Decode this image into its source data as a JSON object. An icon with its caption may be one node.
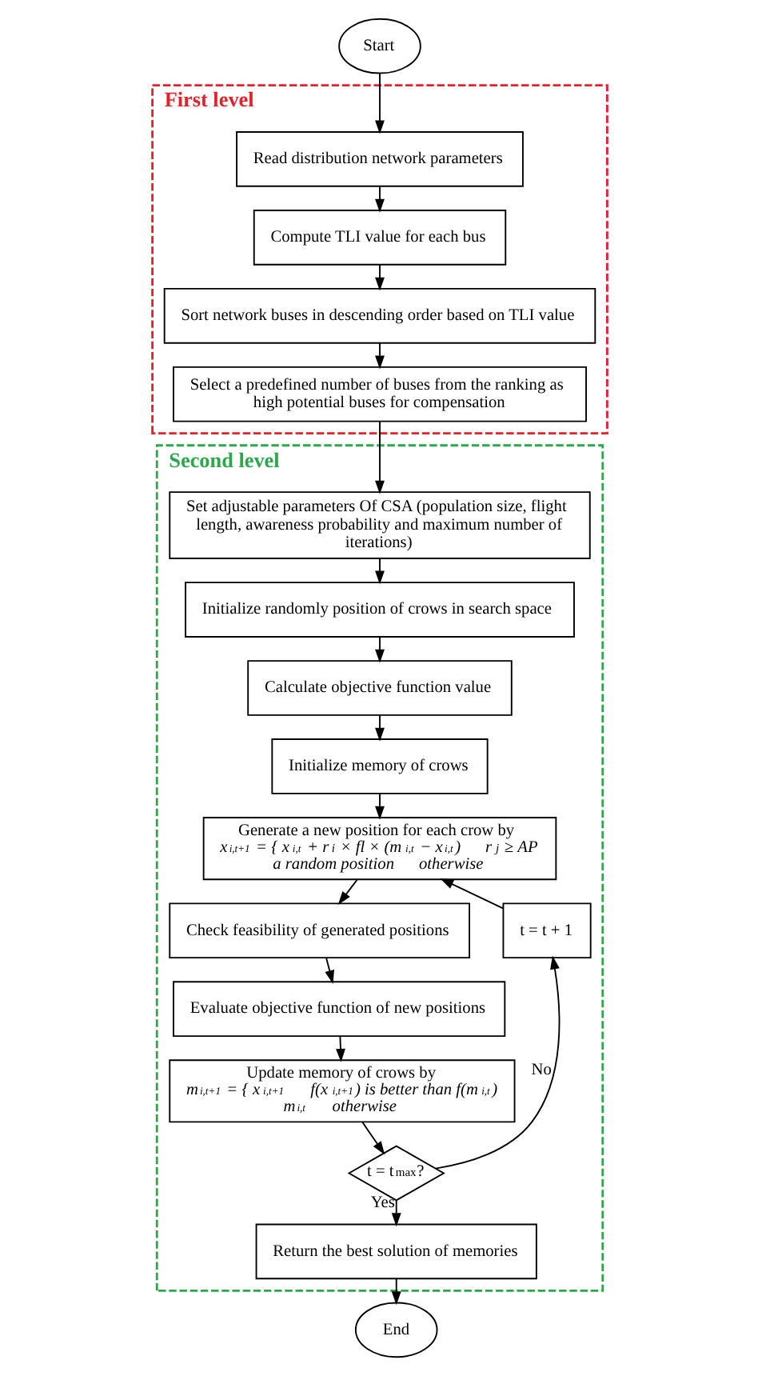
{
  "diagram": {
    "nodes": [
      {
        "text": [
          "Start"
        ]
      },
      {
        "text": [
          "First level"
        ]
      },
      {
        "text": [
          "Read distribution network parameters"
        ],
        "in": 1
      },
      {
        "text": [
          "Compute TLI value for each bus"
        ],
        "in": 1
      },
      {
        "text": [
          "Sort network buses in descending order based on TLI value"
        ],
        "in": 1
      },
      {
        "text": [
          "Select a predefined number of buses from the ranking as high potential buses for compensation"
        ],
        "in": 1
      },
      {
        "text": [
          "Second level"
        ]
      },
      {
        "text": [
          "Set adjustable parameters Of CSA (population size, flight length, awareness probability and maximum number of iterations)"
        ],
        "in": 6
      },
      {
        "text": [
          "Initialize randomly position of crows in search space"
        ],
        "in": 6
      },
      {
        "text": [
          "Calculate objective function value"
        ],
        "in": 6
      },
      {
        "text": [
          "Initialize memory of crows"
        ],
        "in": 6
      },
      {
        "text": [
          "Generate a new position for each crow by",
          "x$^{i,t+1}$ = { x$^{i,t}$ + r$_{i}$ × fl × (m$^{i,t}$ − x$^{i,t}$)      r$_{j}$ ≥ AP",
          "a random position      otherwise"
        ],
        "in": 6
      },
      {
        "text": [
          "t = t + 1"
        ],
        "in": 6
      },
      {
        "text": [
          "Check feasibility of generated positions"
        ],
        "in": 6
      },
      {
        "text": [
          "Evaluate objective function of new positions"
        ],
        "in": 6
      },
      {
        "text": [
          "Update memory of crows by",
          "m$^{i,t+1}$ = { x$^{i,t+1}$      f(x$^{i,t+1}$) is better than f(m$^{i,t}$)",
          "m$^{i,t}$      otherwise"
        ],
        "in": 6
      },
      {
        "text": [
          "t = t$_{max}$?"
        ],
        "in": 6
      },
      {
        "text": [
          "Return the best solution of memories"
        ],
        "in": 6
      },
      {
        "text": [
          "End"
        ]
      }
    ],
    "edges": [
      {
        "from": 0,
        "to": 2,
        "arrow": "to"
      },
      {
        "from": 2,
        "to": 3,
        "arrow": "to"
      },
      {
        "from": 3,
        "to": 4,
        "arrow": "to"
      },
      {
        "from": 4,
        "to": 5,
        "arrow": "to"
      },
      {
        "from": 5,
        "to": 7,
        "arrow": "to"
      },
      {
        "from": 7,
        "to": 8,
        "arrow": "to"
      },
      {
        "from": 8,
        "to": 9,
        "arrow": "to"
      },
      {
        "from": 9,
        "to": 10,
        "arrow": "to"
      },
      {
        "from": 10,
        "to": 11,
        "arrow": "to"
      },
      {
        "from": 11,
        "to": 13,
        "arrow": "to"
      },
      {
        "from": 13,
        "to": 14,
        "arrow": "to"
      },
      {
        "from": 14,
        "to": 15,
        "arrow": "to"
      },
      {
        "from": 15,
        "to": 16,
        "arrow": "to"
      },
      {
        "from": 16,
        "to": 12,
        "label": "No",
        "arrow": "to"
      },
      {
        "from": 12,
        "to": 11,
        "arrow": "to"
      },
      {
        "from": 16,
        "to": 17,
        "label": "Yes",
        "arrow": "to"
      },
      {
        "from": 17,
        "to": 18,
        "arrow": "to"
      }
    ]
  }
}
